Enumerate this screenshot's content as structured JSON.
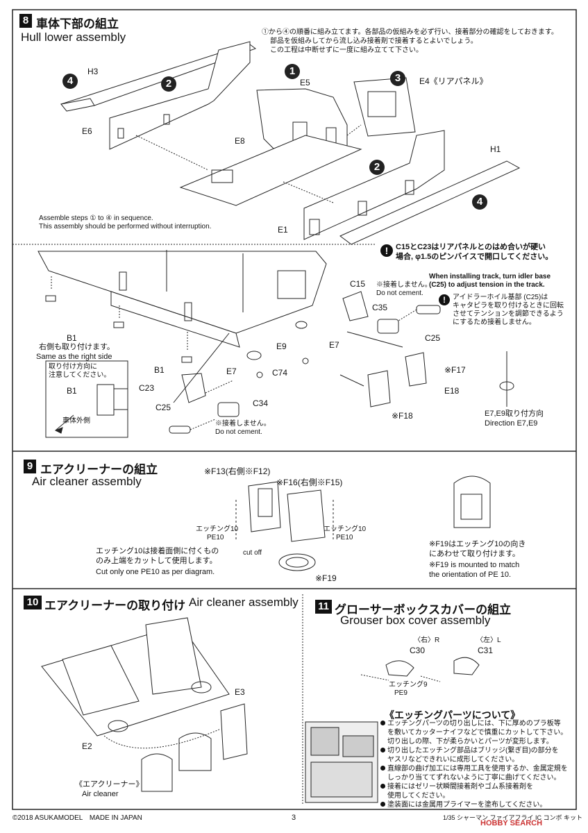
{
  "step8": {
    "num": "8",
    "title_jp": "車体下部の組立",
    "title_en": "Hull lower assembly",
    "note_jp": [
      "①から④の順番に組み立てます。各部品の仮組みを必ず行い、接着部分の確認をしておきます。",
      "部品を仮組みしてから流し込み接着剤で接着するとよいでしょう。",
      "この工程は中断せずに一度に組み立てて下さい。"
    ],
    "note_en": [
      "Assemble steps ① to ④ in sequence.",
      "This assembly should be performed without interruption."
    ],
    "parts": {
      "h3": "H3",
      "e6": "E6",
      "e5": "E5",
      "e4": "E4《リアパネル》",
      "e8": "E8",
      "h1": "H1",
      "e1": "E1"
    },
    "circles": {
      "c1": "1",
      "c2a": "2",
      "c2b": "2",
      "c3": "3",
      "c4a": "4",
      "c4b": "4"
    }
  },
  "sub8": {
    "warn_jp": [
      "C15とC23はリアパネルとのはめ合いが硬い",
      "場合, φ1.5のピンバイスで開口してください。"
    ],
    "idler_en": [
      "When installing track, turn idler base",
      "(C25) to adjust tension in the track."
    ],
    "nocement1_jp": "※接着しません。",
    "nocement1_en": "Do not cement.",
    "idler_jp": [
      "アイドラーホイル基部 (C25)は",
      "キャタピラを取り付けるときに回転",
      "させてテンションを調節できるよう",
      "にするため接着しません。"
    ],
    "c15": "C15",
    "c35": "C35",
    "c25a": "C25",
    "c25b": "C25",
    "b1a": "B1",
    "b1_jp": "右側も取り付けます。",
    "b1_en": "Same as the right side",
    "b1b": "B1",
    "b1c": "B1",
    "dir_jp": [
      "取り付け方向に",
      "注意してください。"
    ],
    "hull_out": "車体外側",
    "c23": "C23",
    "c34": "C34",
    "c74": "C74",
    "e9": "E9",
    "e7a": "E7",
    "e7b": "E7",
    "nocement2_jp": "※接着しません。",
    "nocement2_en": "Do not cement.",
    "f17": "※F17",
    "e18": "E18",
    "f18": "※F18",
    "dir_e": [
      "E7,E9取り付方向",
      "Direction   E7,E9"
    ]
  },
  "step9": {
    "num": "9",
    "title_jp": "エアクリーナーの組立",
    "title_en": "Air cleaner assembly",
    "f13": "※F13(右側※F12)",
    "f16": "※F16(右側※F15)",
    "pe_left": [
      "エッチング10",
      "PE10"
    ],
    "pe_right": [
      "エッチング10",
      "PE10"
    ],
    "cut_off": "cut off",
    "note_jp": [
      "エッチング10は接着面側に付くもの",
      "のみ上端をカットして使用します。"
    ],
    "note_en": "Cut only one PE10 as per diagram.",
    "f19": "※F19",
    "f19_jp": [
      "※F19はエッチング10の向き",
      "にあわせて取り付けます。"
    ],
    "f19_en": [
      "※F19 is mounted to match",
      "the orientation of PE 10."
    ]
  },
  "step10": {
    "num": "10",
    "title_jp": "エアクリーナーの取り付け",
    "title_en": "Air cleaner assembly",
    "e3": "E3",
    "e2": "E2",
    "ac_jp": "《エアクリーナー》",
    "ac_en": "Air cleaner"
  },
  "step11": {
    "num": "11",
    "title_jp": "グローサーボックスカバーの組立",
    "title_en": "Grouser box cover assembly",
    "r_jp": "〈右〉R",
    "l_jp": "〈左〉L",
    "c30": "C30",
    "c31": "C31",
    "pe9": [
      "エッチング9",
      "PE9"
    ]
  },
  "etching": {
    "title": "《エッチングパーツについて》",
    "bullets": [
      [
        "エッチングパーツの切り出しには、下に厚めのプラ板等",
        "を敷いてカッターナイフなどで慎重にカットして下さい。",
        "切り出しの際、下が柔らかいとパーツが変形します。"
      ],
      [
        "切り出したエッチング部品はブリッジ(繋ぎ目)の部分を",
        "ヤスリなどできれいに成形してください。"
      ],
      [
        "直線部の曲げ加工には専用工具を使用するか、金属定規を",
        "しっかり当ててずれないように丁寧に曲げてください。"
      ],
      [
        "接着にはゼリー状瞬間接着剤やゴム系接着剤を",
        "使用してください。"
      ],
      [
        "塗装面には金属用プライマーを塗布してください。"
      ]
    ]
  },
  "footer": {
    "copyright": "©2018 ASUKAMODEL　MADE IN JAPAN",
    "page": "3",
    "product": "1/35 シャーマン ファイアフライ IC コンボ キット",
    "watermark": "HOBBY SEARCH"
  }
}
